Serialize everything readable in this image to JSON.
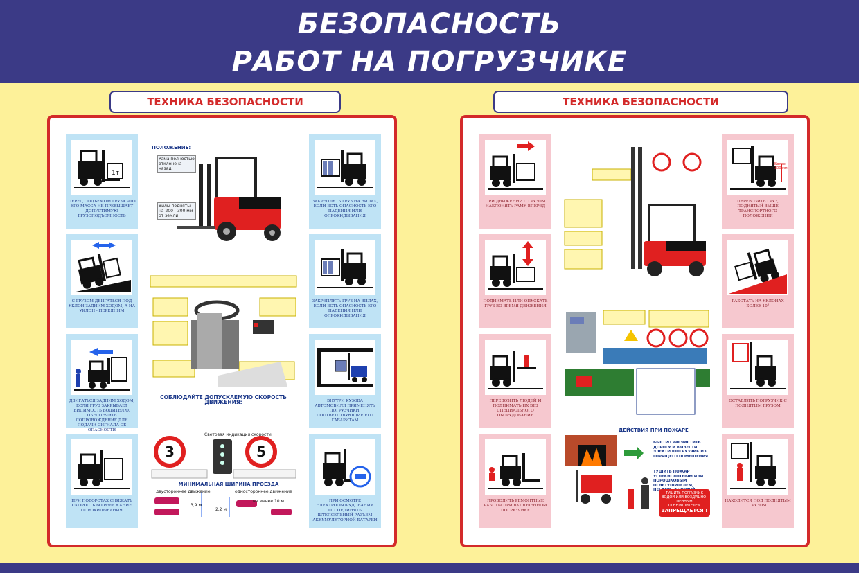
{
  "header": {
    "line1": "БЕЗОПАСНОСТЬ",
    "line2": "РАБОТ НА ПОГРУЗЧИКЕ"
  },
  "colors": {
    "navy": "#3b3a86",
    "red": "#d32a2a",
    "yellow": "#fdf199",
    "blue_tile": "#bfe3f5",
    "pink_tile": "#f6c8cf"
  },
  "left": {
    "badge": "ТЕХНИКА БЕЗОПАСНОСТИ",
    "tiles_left": [
      {
        "icon": "forklift-load-icon",
        "caption": "ПЕРЕД ПОДЪЕМОМ ГРУЗА ЧТО ЕГО МАССА НЕ ПРЕВЫШАЕТ ДОПУСТИМУЮ ГРУЗОПОДЪЕМНОСТЬ"
      },
      {
        "icon": "forklift-slope-icon",
        "caption": "С ГРУЗОМ ДВИГАТЬСЯ ПОД УКЛОН ЗАДНИМ ХОДОМ, А НА УКЛОН - ПЕРЕДНИМ"
      },
      {
        "icon": "forklift-reverse-icon",
        "caption": "ДВИГАТЬСЯ ЗАДНИМ ХОДОМ, ЕСЛИ ГРУЗ ЗАКРЫВАЕТ ВИДИМОСТЬ ВОДИТЕЛЮ. ОБЕСПЕЧИТЬ СОПРОВОЖДЕНИЕ ДЛЯ ПОДАЧИ СИГНАЛА ОБ ОПАСНОСТИ"
      },
      {
        "icon": "forklift-turn-icon",
        "caption": "ПРИ ПОВОРОТАХ СНИЖАТЬ СКОРОСТЬ ВО ИЗБЕЖАНИЕ ОПРОКИДЫВАНИЯ"
      }
    ],
    "tiles_right": [
      {
        "icon": "forklift-secure-icon",
        "caption": "ЗАКРЕПЛЯТЬ ГРУЗ НА ВИЛАХ, ЕСЛИ ЕСТЬ ОПАСНОСТЬ ЕГО ПАДЕНИЯ ИЛИ ОПРОКИДЫВАНИЯ"
      },
      {
        "icon": "forklift-secure-icon",
        "caption": "ЗАКРЕПЛЯТЬ ГРУЗ НА ВИЛАХ, ЕСЛИ ЕСТЬ ОПАСНОСТЬ ЕГО ПАДЕНИЯ ИЛИ ОПРОКИДЫВАНИЯ"
      },
      {
        "icon": "forklift-truck-icon",
        "caption": "ВНУТРИ КУЗОВА АВТОМОБИЛЯ ПРИМЕНЯТЬ ПОГРУЗЧИКИ, СООТВЕТСТВУЮЩИЕ ЕГО ГАБАРИТАМ"
      },
      {
        "icon": "forklift-battery-icon",
        "caption": "ПРИ ОСМОТРЕ ЭЛЕКТРООБОРУДОВАНИЯ ОТСОЕДИНЯТЬ ШТЕПСЕЛЬНЫЙ РАЗЪЕМ АККУМУЛЯТОРНОЙ БАТАРЕИ"
      }
    ],
    "position": {
      "heading": "ПОЛОЖЕНИЕ:",
      "mast": "Рама полностью отклонена назад",
      "forks": "Вилы подняты на 200 - 300 мм от земли"
    },
    "speed_heading": "СОБЛЮДАЙТЕ ДОПУСКАЕМУЮ СКОРОСТЬ ДВИЖЕНИЯ:",
    "speed_indicator": "Световая индикация скорости",
    "speed_a": "3",
    "speed_b": "5",
    "width_heading": "МИНИМАЛЬНАЯ ШИРИНА ПРОЕЗДА",
    "two_way": "двустороннее движение",
    "one_way": "одностороннее движение",
    "w1": "3,9 м",
    "w2": "2,2 м",
    "w3": "не менее 10 м"
  },
  "right": {
    "badge": "ТЕХНИКА БЕЗОПАСНОСТИ",
    "tiles_left": [
      {
        "icon": "forklift-tilt-icon",
        "caption": "ПРИ ДВИЖЕНИИ С ГРУЗОМ НАКЛОНЯТЬ РАМУ ВПЕРЕД"
      },
      {
        "icon": "forklift-lift-icon",
        "caption": "ПОДНИМАТЬ ИЛИ ОПУСКАТЬ ГРУЗ ВО ВРЕМЯ ДВИЖЕНИЯ"
      },
      {
        "icon": "forklift-people-icon",
        "caption": "ПЕРЕВОЗИТЬ ЛЮДЕЙ И ПОДНИМАТЬ ИХ БЕЗ СПЕЦИАЛЬНОГО ОБОРУДОВАНИЯ"
      },
      {
        "icon": "forklift-repair-icon",
        "caption": "ПРОВОДИТЬ РЕМОНТНЫЕ РАБОТЫ ПРИ ВКЛЮЧЕННОМ ПОГРУЗЧИКЕ"
      }
    ],
    "tiles_right": [
      {
        "icon": "forklift-high-icon",
        "caption": "ПЕРЕВОЗИТЬ ГРУЗ, ПОДНЯТЫЙ ВЫШЕ ТРАНСПОРТНОГО ПОЛОЖЕНИЯ"
      },
      {
        "icon": "forklift-incline-icon",
        "caption": "РАБОТАТЬ НА УКЛОНАХ БОЛЕЕ 10°"
      },
      {
        "icon": "forklift-raised-icon",
        "caption": "ОСТАВЛЯТЬ ПОГРУЗЧИК С ПОДНЯТЫМ ГРУЗОМ"
      },
      {
        "icon": "forklift-under-icon",
        "caption": "НАХОДИТСЯ ПОД ПОДНЯТЫМ ГРУЗОМ"
      }
    ],
    "above_label": "Более 300 мм",
    "fire_heading": "ДЕЙСТВИЯ ПРИ ПОЖАРЕ",
    "fire_step1": "БЫСТРО РАСЧИСТИТЬ ДОРОГУ И ВЫВЕСТИ ЭЛЕКТРОПОГРУЗЧИК ИЗ ГОРЯЩЕГО ПОМЕЩЕНИЯ",
    "fire_step2": "ТУШИТЬ ПОЖАР УГЛЕКИСЛОТНЫМ ИЛИ ПОРОШКОВЫМ ОГНЕТУШИТЕЛЕМ, ПЕСКОМ, КОШМОЙ",
    "fire_warning_1": "ТУШИТЬ ПОГРУЗЧИК ВОДОЙ ИЛИ ВОЗДУШНО-ПЕННЫМ ОГНЕТУШИТЕЛЕМ",
    "fire_warning_2": "ЗАПРЕЩАЕТСЯ !"
  }
}
